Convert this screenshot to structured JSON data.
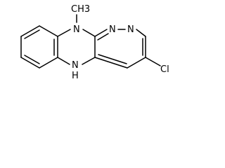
{
  "molecule": {
    "labels": {
      "methyl": "CH3",
      "n_methyl": "N",
      "n_ring_top": "N",
      "n_ring_right": "N",
      "nh": "N",
      "h": "H",
      "cl": "Cl"
    }
  },
  "colors": {
    "bond": "#000000",
    "background": "#ffffff"
  }
}
